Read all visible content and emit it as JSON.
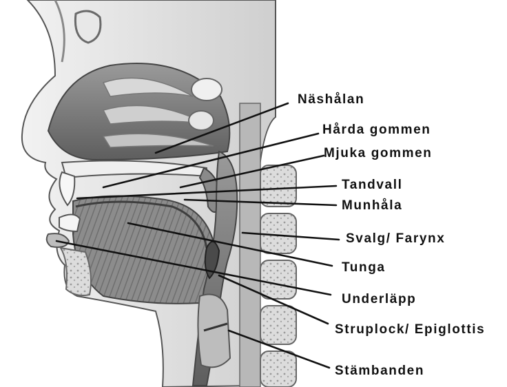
{
  "labels": [
    "Näshålan",
    "Hårda gommen",
    "Mjuka gommen",
    "Tandvall",
    "Munhåla",
    "Svalg/ Farynx",
    "Tunga",
    "Underläpp",
    "Struplock/ Epiglottis",
    "Stämbanden"
  ]
}
